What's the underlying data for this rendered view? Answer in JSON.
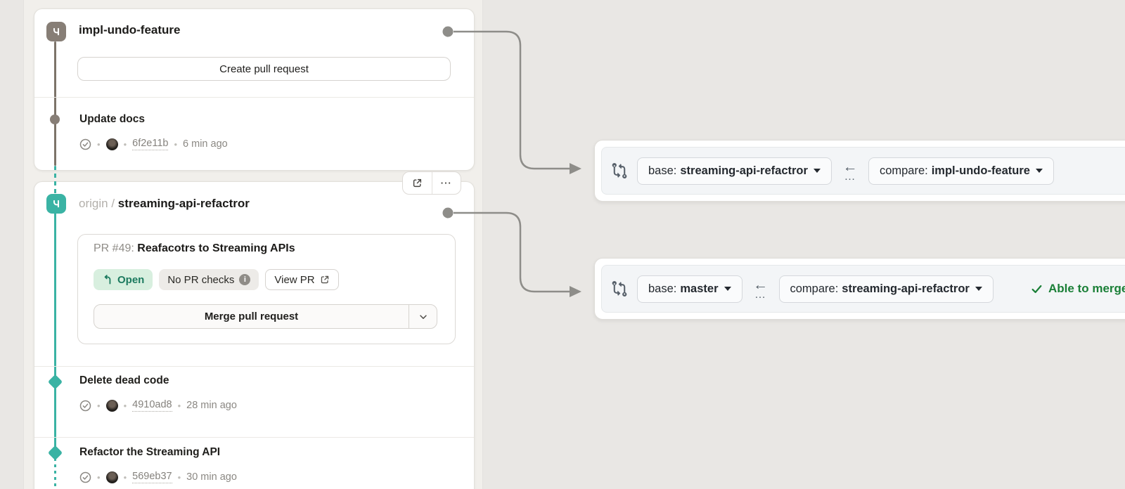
{
  "ui": {
    "sep": "•",
    "menu_dots": "···",
    "arrow_left": "←",
    "ellipsis": "…"
  },
  "lane": {
    "local_branch": {
      "name": "impl-undo-feature",
      "create_pr_button": "Create pull request",
      "commit": {
        "title": "Update docs",
        "hash": "6f2e11b",
        "time": "6 min ago"
      }
    },
    "remote_branch": {
      "remote": "origin",
      "slash": "/",
      "name": "streaming-api-refactror",
      "pr": {
        "number_label": "PR #49:",
        "title": "Reafacotrs to Streaming APIs",
        "open_badge": "Open",
        "checks_badge": "No PR checks",
        "info_glyph": "i",
        "view_pr_button": "View PR",
        "merge_button": "Merge pull request"
      },
      "commits": [
        {
          "title": "Delete dead code",
          "hash": "4910ad8",
          "time": "28 min ago"
        },
        {
          "title": "Refactor the Streaming API",
          "hash": "569eb37",
          "time": "30 min ago"
        }
      ]
    }
  },
  "compare_bars": [
    {
      "base_label": "base:",
      "base_branch": "streaming-api-refactror",
      "compare_label": "compare:",
      "compare_branch": "impl-undo-feature"
    },
    {
      "base_label": "base:",
      "base_branch": "master",
      "compare_label": "compare:",
      "compare_branch": "streaming-api-refactror",
      "merge_status": "Able to merge."
    }
  ],
  "colors": {
    "teal": "#3ab3a4",
    "branch_gray": "#877e76",
    "connector": "#8e8d89",
    "status_green": "#1a7f37",
    "open_badge_bg": "#d8efdf",
    "open_badge_text": "#1c7a5f",
    "canvas": "#e9e7e4",
    "card": "#ffffff"
  }
}
